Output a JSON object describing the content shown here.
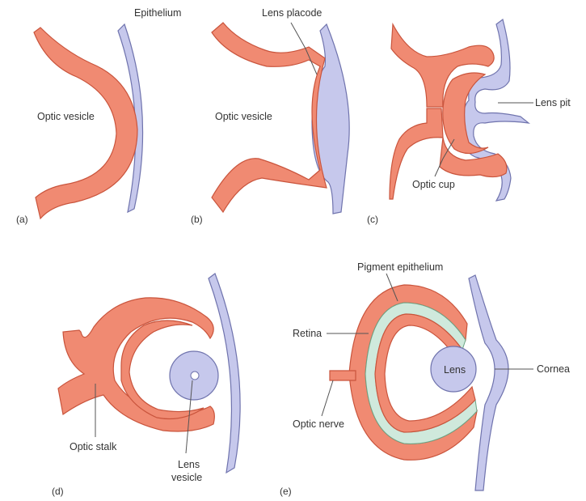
{
  "colors": {
    "neural_tissue": "#f08a72",
    "neural_outline": "#c9543c",
    "ectoderm": "#c6c8ec",
    "ectoderm_outline": "#6f73ad",
    "pigment_layer": "#cfe9dc",
    "text": "#333333"
  },
  "panels": {
    "a": {
      "tag": "(a)",
      "labels": {
        "epithelium": "Epithelium",
        "optic_vesicle": "Optic vesicle"
      }
    },
    "b": {
      "tag": "(b)",
      "labels": {
        "lens_placode": "Lens placode",
        "optic_vesicle": "Optic vesicle"
      }
    },
    "c": {
      "tag": "(c)",
      "labels": {
        "lens_pit": "Lens pit",
        "optic_cup": "Optic cup"
      }
    },
    "d": {
      "tag": "(d)",
      "labels": {
        "optic_stalk": "Optic stalk",
        "lens_vesicle_line1": "Lens",
        "lens_vesicle_line2": "vesicle"
      }
    },
    "e": {
      "tag": "(e)",
      "labels": {
        "pigment_epithelium": "Pigment epithelium",
        "retina": "Retina",
        "lens": "Lens",
        "cornea": "Cornea",
        "optic_nerve": "Optic nerve"
      }
    }
  }
}
